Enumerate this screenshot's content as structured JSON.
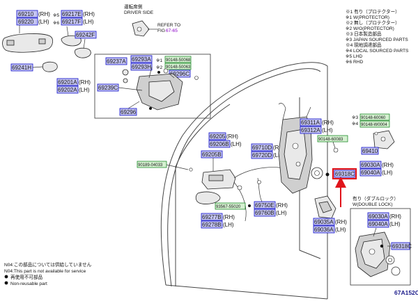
{
  "diagram_code": "67A152C",
  "driver_side": {
    "jp": "運転席側",
    "en": "DRIVER SIDE",
    "refer": "REFER TO",
    "fig_prefix": "FIG",
    "fig_link": "67-65"
  },
  "legend_top": [
    "※1 有り（プロテクター）",
    "※1 W(PROTECTOR)",
    "※2 無し（プロテクター）",
    "※2 W/O(PROTECTOR)",
    "※3 日本製造部品",
    "※3 JAPAN SOURCED PARTS",
    "※4 現地調達部品",
    "※4 LOCAL SOURCED PARTS",
    "※5 LHD",
    "※6 RHD"
  ],
  "double_lock": {
    "jp": "有り（ダブルロック）",
    "en": "W(DOUBLE LOCK)"
  },
  "notes": {
    "n04_jp": "N04:この部品については供給していません",
    "n04_en": "N04:This part is not available for service",
    "reuse_jp": "再使用不可部品",
    "reuse_en": "Non-reusable part"
  },
  "markers": {
    "m1": "※1",
    "m2": "※2",
    "m3": "※3",
    "m4": "※4",
    "m5": "※5",
    "m6": "※6",
    "n04": "N04"
  },
  "suffix": {
    "rh": "(RH)",
    "lh": "(LH)"
  },
  "parts": {
    "p69210": "69210",
    "p69220": "69220",
    "p69217E": "69217E",
    "p69217F": "69217F",
    "p69242F": "69242F",
    "p69241H": "69241H",
    "p69237A": "69237A",
    "p69293A": "69293A",
    "p69293H": "69293H",
    "p90148_50068": "90148-50068",
    "p90148_50063": "90148-50063",
    "p69296C": "69296C",
    "p69239C": "69239C",
    "p69296": "69296",
    "p69201A": "69201A",
    "p69202A": "69202A",
    "p69205": "69205",
    "p69206B": "69206B",
    "p69205B": "69205B",
    "p90189_04033": "90189-04033",
    "p69710D": "69710D",
    "p69720D": "69720D",
    "p69311A": "69311A",
    "p69312A": "69312A",
    "p90148_60083": "90148-60083",
    "p90148_60060": "90148-60060",
    "p90148_W0004": "90148-W0004",
    "p69410": "69410",
    "p69030A": "69030A",
    "p69040A": "69040A",
    "p69318C": "69318C",
    "p93567_55020": "93567-55020",
    "p69750E": "69750E",
    "p69760B": "69760B",
    "p69277B": "69277B",
    "p69278B": "69278B",
    "p69035A": "69035A",
    "p69036A": "69036A",
    "p69030A_b": "69030A",
    "p69040A_b": "69040A",
    "p69318C_b": "69318C"
  },
  "colors": {
    "part_box_fill": "#c4c4f2",
    "part_box_stroke": "#1010c8",
    "std_box_fill": "#d4f0d0",
    "std_box_stroke": "#1f8a2a",
    "highlight_red": "#e0141b",
    "fig_link": "#8b00c8"
  }
}
